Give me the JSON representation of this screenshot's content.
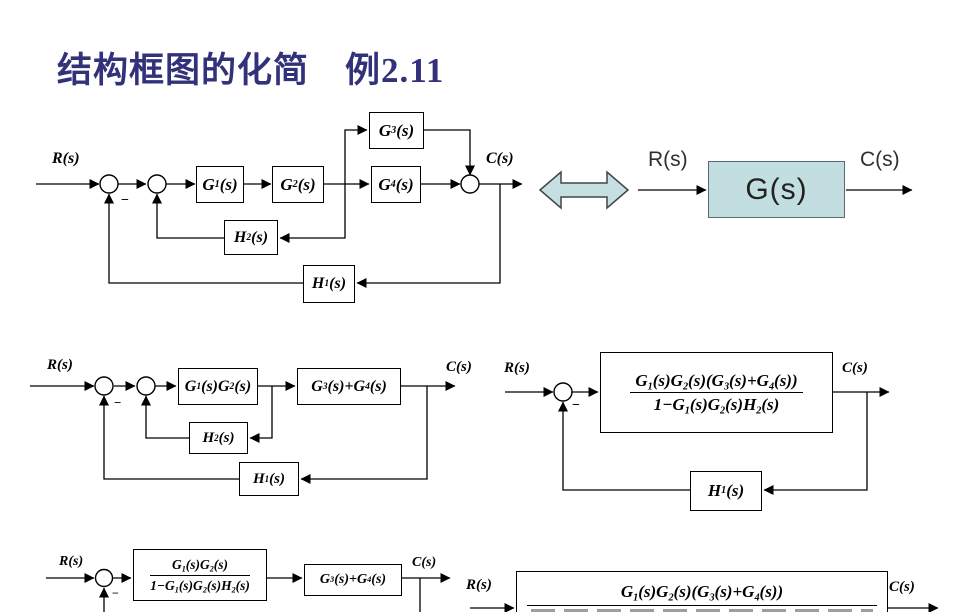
{
  "slide": {
    "title": "结构框图的化简　例2.11"
  },
  "colors": {
    "title_text": "#32327a",
    "equivalent_block_fill": "#c3dee0",
    "equivalence_arrow_fill": "#c6e0e2",
    "diagram_ink": "#000000"
  },
  "diagram_original": {
    "input": "R(s)",
    "output": "C(s)",
    "sum1_sign": "−",
    "blocks": {
      "g1": "G~1~(s)",
      "g2": "G~2~(s)",
      "g3": "G~3~(s)",
      "g4": "G~4~(s)",
      "h1": "H~1~(s)",
      "h2": "H~2~(s)"
    }
  },
  "equivalent_system": {
    "input": "R(s)",
    "block": "G(s)",
    "output": "C(s)"
  },
  "diagram_step1": {
    "input": "R(s)",
    "output": "C(s)",
    "sum1_sign": "−",
    "blocks": {
      "g12": "G~1~(s)G~2~(s)",
      "g34": "G~3~(s)+G~4~(s)",
      "h1": "H~1~(s)",
      "h2": "H~2~(s)"
    }
  },
  "diagram_step2": {
    "input": "R(s)",
    "output": "C(s)",
    "sum_sign": "−",
    "fraction": {
      "num": "G~1~(s)G~2~(s)(G~3~(s)+G~4~(s))",
      "den": "1−G~1~(s)G~2~(s)H~2~(s)"
    },
    "blocks": {
      "h1": "H~1~(s)"
    }
  },
  "diagram_step3": {
    "input": "R(s)",
    "output": "C(s)",
    "sum_sign": "−",
    "fraction": {
      "num": "G~1~(s)G~2~(s)",
      "den": "1−G~1~(s)G~2~(s)H~2~(s)"
    },
    "blocks": {
      "g34": "G~3~(s)+G~4~(s)"
    }
  },
  "diagram_step4": {
    "input": "R(s)",
    "output": "C(s)",
    "fraction_num": "G~1~(s)G~2~(s)(G~3~(s)+G~4~(s))"
  }
}
